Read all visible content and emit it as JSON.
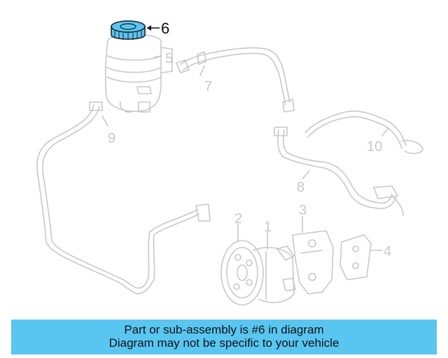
{
  "colors": {
    "highlight_fill": "#59c6f2",
    "highlight_stroke": "#1a1a1a",
    "line_gray": "#c8c8c8",
    "caption_bg": "#59c6f2"
  },
  "callouts": {
    "c1": "1",
    "c2": "2",
    "c3": "3",
    "c4": "4",
    "c5": "5",
    "c6": "6",
    "c7": "7",
    "c8": "8",
    "c9": "9",
    "c10": "10"
  },
  "caption": {
    "line1": "Part or sub-assembly is #6 in diagram",
    "line2": "Diagram may not be specific to your vehicle"
  }
}
